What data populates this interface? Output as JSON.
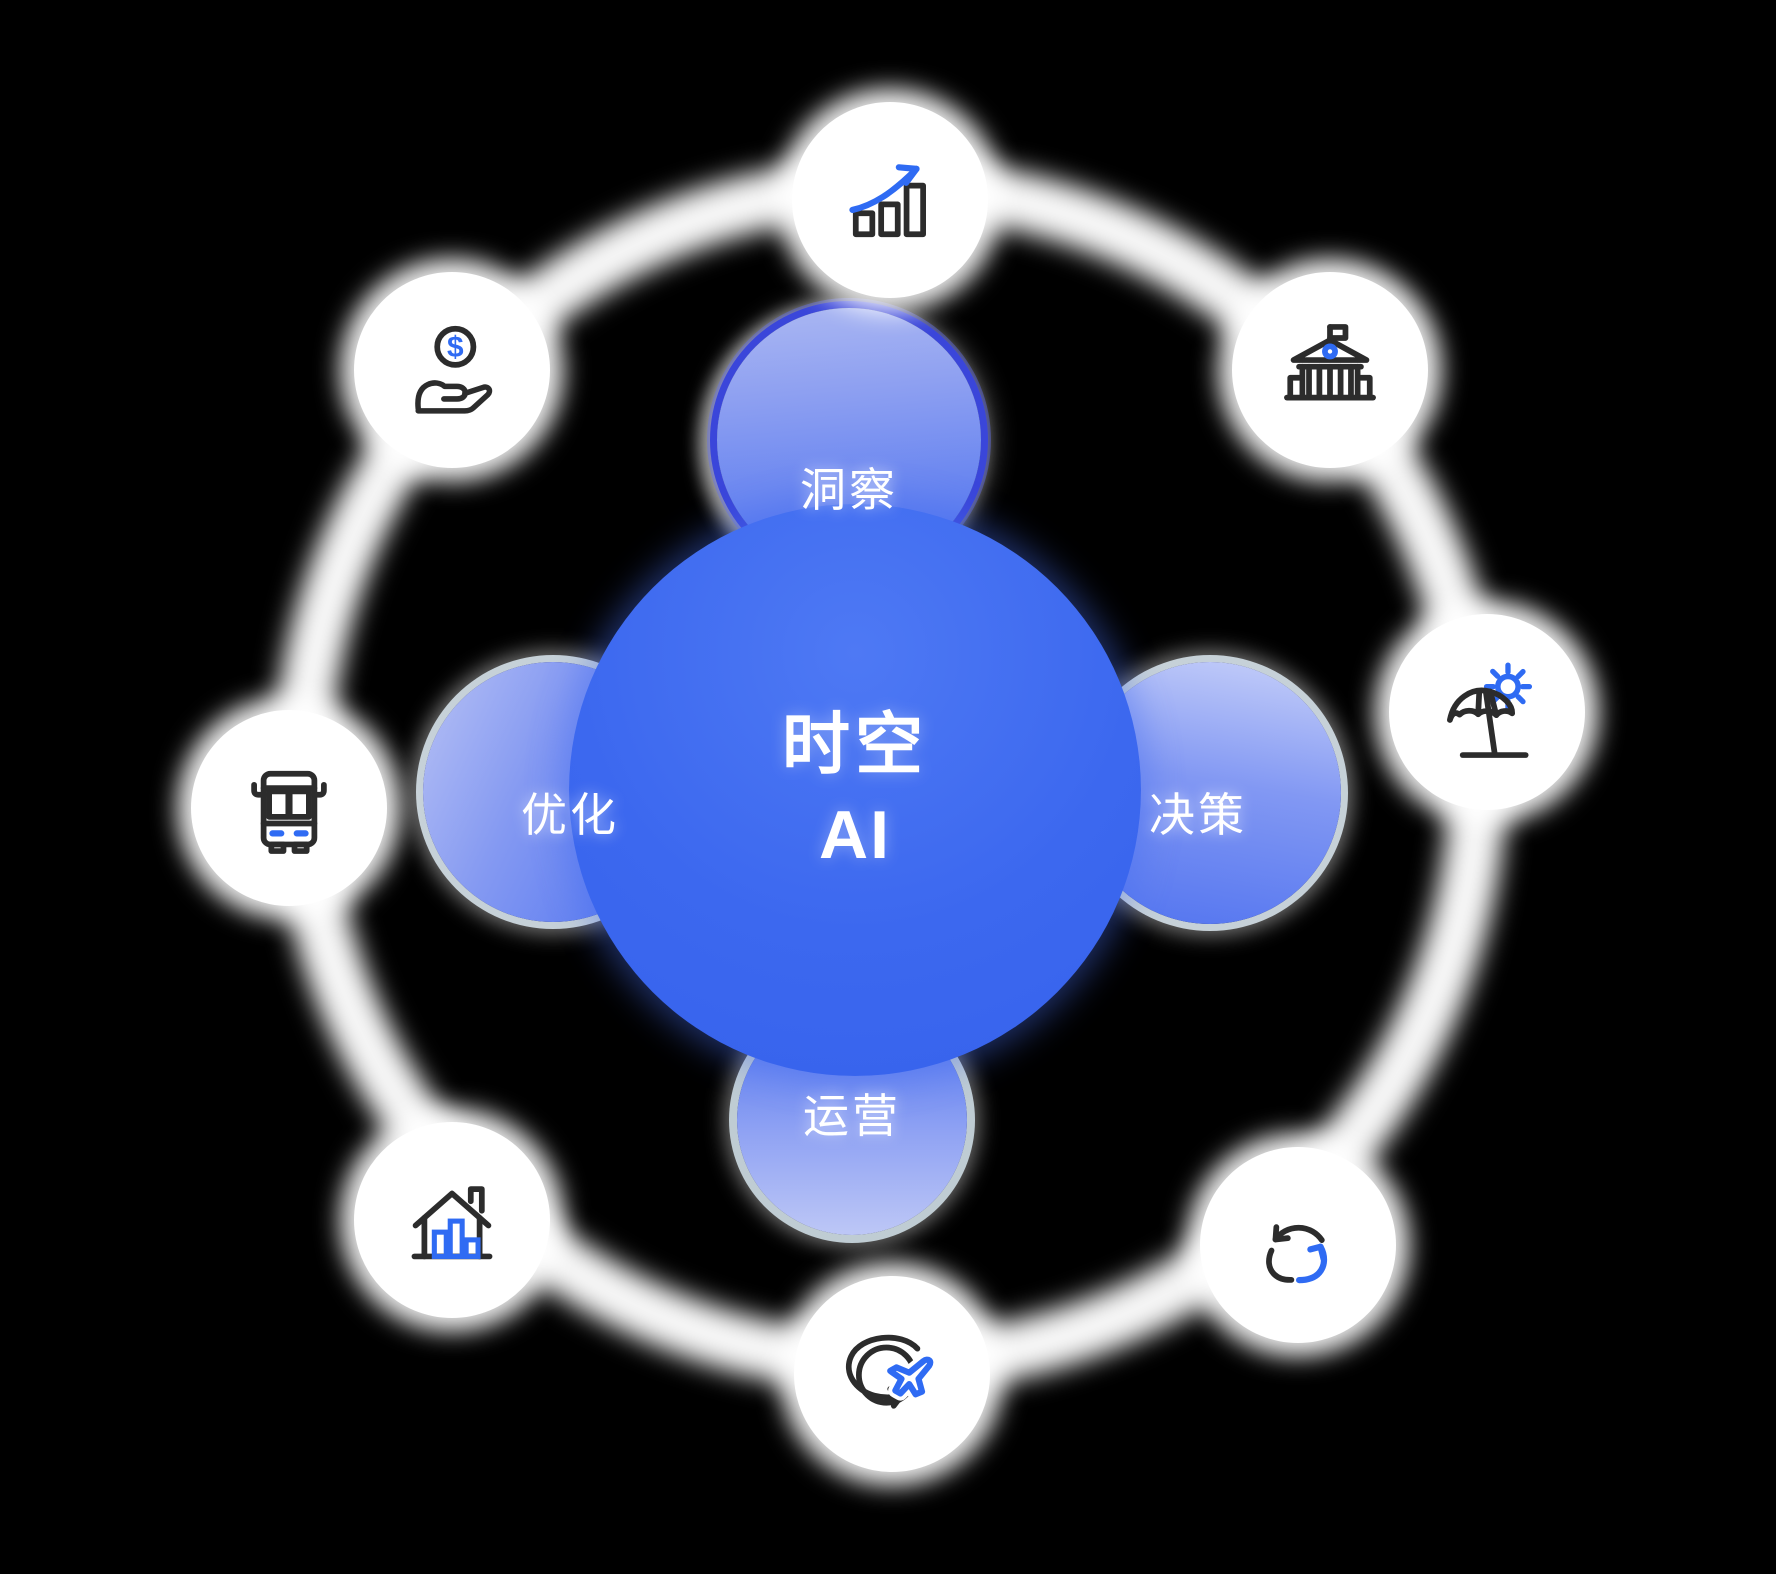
{
  "background_color": "#000000",
  "center_node": {
    "line1": "时空",
    "line2": "AI",
    "fill_color": "#3b6ef2",
    "text_color": "#ffffff"
  },
  "satellite_nodes": [
    {
      "label": "洞察",
      "position": "top",
      "ring_style": "indigo",
      "ring_color": "#3a46da"
    },
    {
      "label": "决策",
      "position": "right",
      "ring_style": "silver",
      "ring_color": "#c6d1d8"
    },
    {
      "label": "运营",
      "position": "bottom",
      "ring_style": "silver",
      "ring_color": "#bfccd3"
    },
    {
      "label": "优化",
      "position": "left",
      "ring_style": "silver",
      "ring_color": "#c6d1d8"
    }
  ],
  "outer_nodes": [
    {
      "icon": "growth-chart-icon",
      "position": "top"
    },
    {
      "icon": "bank-building-icon",
      "position": "top-right"
    },
    {
      "icon": "beach-umbrella-sun-icon",
      "position": "right"
    },
    {
      "icon": "recycle-arrows-icon",
      "position": "bottom-right"
    },
    {
      "icon": "globe-airplane-icon",
      "position": "bottom"
    },
    {
      "icon": "house-bar-chart-icon",
      "position": "bottom-left"
    },
    {
      "icon": "bus-icon",
      "position": "left"
    },
    {
      "icon": "hand-dollar-coin-icon",
      "position": "top-left"
    }
  ],
  "colors": {
    "icon_stroke_black": "#2c2c2c",
    "icon_accent_blue": "#2f6bf3",
    "node_background": "#ffffff",
    "orbit_ring": "#ffffff"
  },
  "coin_symbol": "$"
}
